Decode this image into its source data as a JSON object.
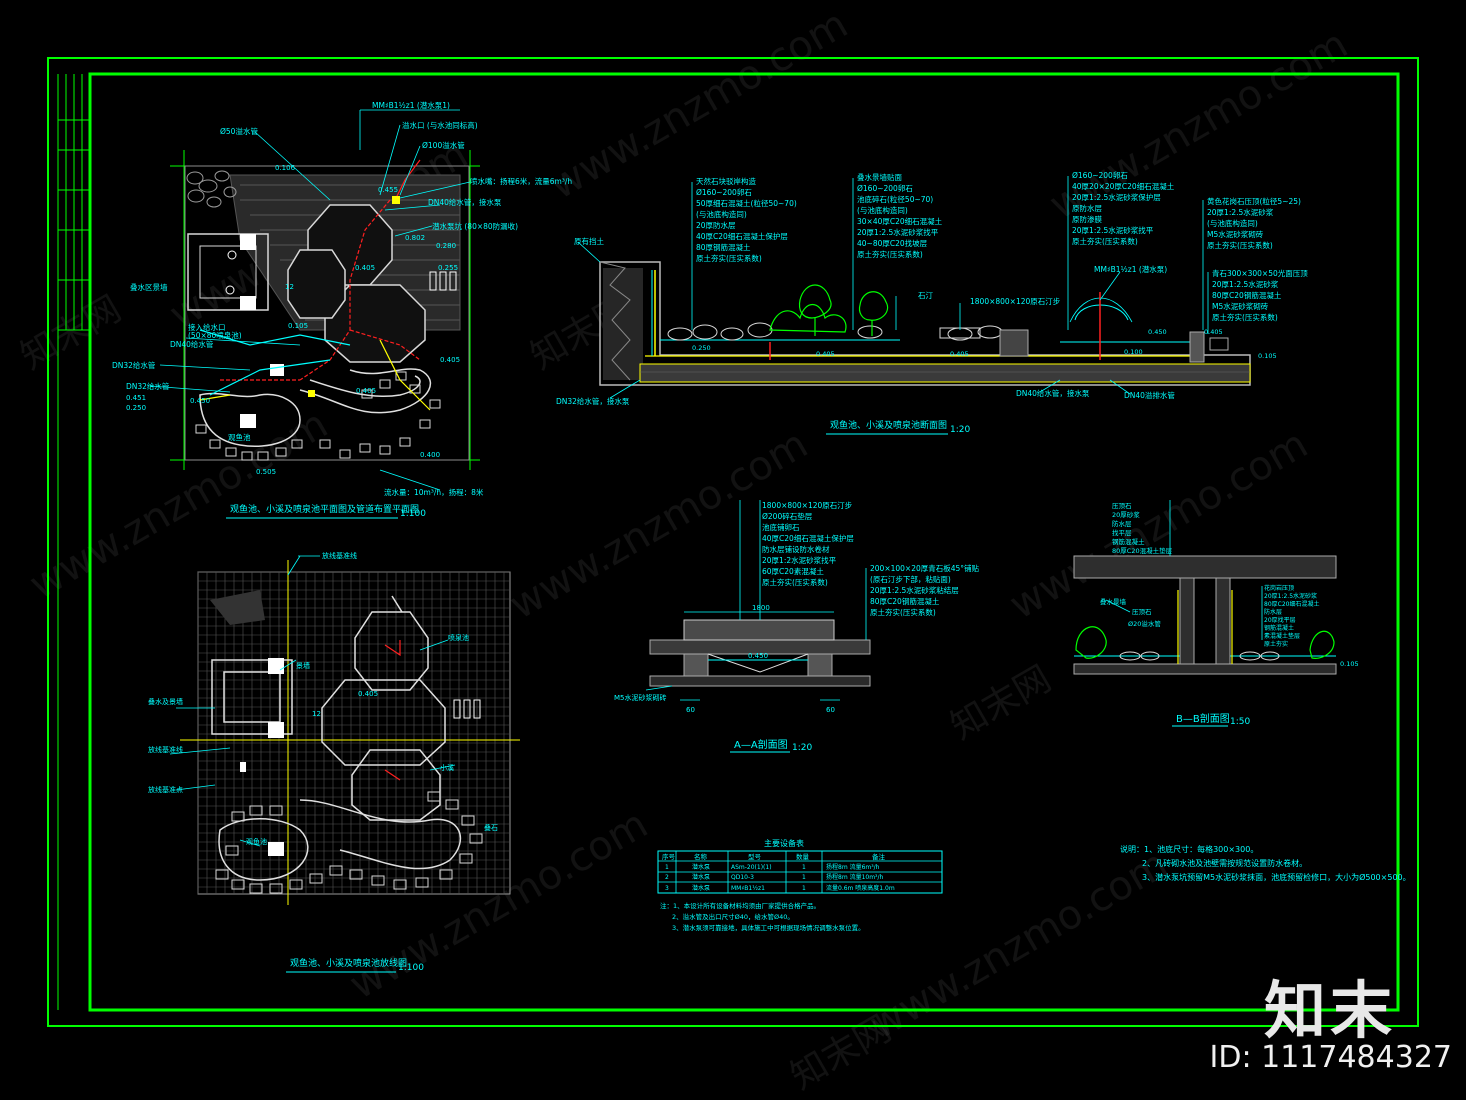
{
  "watermark": {
    "site": "www.znzmo.com",
    "cn": "知末网",
    "logo": "知末",
    "id_label": "ID: 1117484327"
  },
  "colors": {
    "frame": "#00ff00",
    "cyan": "#00ffff",
    "white": "#ffffff",
    "yellow": "#ffff00",
    "red": "#ff2020",
    "grey": "#8c8c8c"
  },
  "plan_top": {
    "title": "观鱼池、小溪及喷泉池平面图及管道布置平面图",
    "scale": "1:100",
    "labels": {
      "pump_top": "MM♯B1½z1 (潜水泵1)",
      "phi50": "Ø50溢水管",
      "pipe1": "溢水口 (与水池同标高)",
      "phi100": "Ø100溢水管",
      "nozzle": "喷水嘴：扬程6米，流量6m³/h",
      "dn40a": "DN40给水管，接水泵",
      "pit": "潜水泵坑 (80×80防漏收)",
      "dn40b": "DN40给水管",
      "dn32a": "DN32给水管",
      "dn32b": "DN32给水管",
      "flow": "流水量：10m³/h，扬程：8米",
      "junction": "接入给水口",
      "box": "(50×80喷泉池)",
      "waterfall": "叠水区景墙",
      "pool": "观鱼池"
    },
    "elevations": [
      "0.106",
      "0.455",
      "0.802",
      "0.280",
      "0.255",
      "0.105",
      "0.405",
      "0.405",
      "0.450",
      "0.451",
      "0.250",
      "0.505",
      "0.405",
      "0.400",
      "12"
    ]
  },
  "plan_bottom": {
    "title": "观鱼池、小溪及喷泉池放线图",
    "scale": "1:100",
    "labels": [
      "放线基准线",
      "景墙",
      "喷泉池",
      "叠水及景墙",
      "放线基准线",
      "放线基准点",
      "小溪",
      "观鱼池",
      "叠石"
    ],
    "elevations": [
      "0.405",
      "12"
    ]
  },
  "section_main": {
    "title": "观鱼池、小溪及喷泉池断面图",
    "scale": "1:20",
    "notes_1": [
      "天然石块驳岸构造",
      "Ø160~200卵石",
      "50厚细石混凝土(粒径50~70)",
      "(与池底构造同)",
      "20厚防水层",
      "40厚C20细石混凝土保护层",
      "80厚钢筋混凝土",
      "原土夯实(压实系数)"
    ],
    "notes_2": [
      "叠水景墙贴面",
      "Ø160~200卵石",
      "池底碎石(粒径50~70)",
      "(与池底构造同)",
      "30×40厚C20细石混凝土",
      "20厚1:2.5水泥砂浆找平",
      "40~80厚C20找坡层",
      "原土夯实(压实系数)"
    ],
    "notes_3": [
      "Ø160~200卵石",
      "40厚20×20厚C20细石混凝土",
      "20厚1:2.5水泥砂浆保护层",
      "原防水层",
      "原防渗膜",
      "20厚1:2.5水泥砂浆找平",
      "原土夯实(压实系数)"
    ],
    "notes_4": [
      "黄色花岗石压顶(粒径5~25)",
      "20厚1:2.5水泥砂浆",
      "(与池底构造同)",
      "M5水泥砂浆砌砖",
      "原土夯实(压实系数)"
    ],
    "notes_5": [
      "青石300×300×50光面压顶",
      "20厚1:2.5水泥砂浆",
      "80厚C20钢筋混凝土",
      "M5水泥砂浆砌砖",
      "原土夯实(压实系数)"
    ],
    "left_tag": "原有挡土",
    "stone": "1800×800×120原石汀步",
    "bridge": "石汀",
    "pump": "MM♯B1½z1 (潜水泵)",
    "dn32": "DN32给水管，接水泵",
    "dn40a": "DN40给水管，接水泵",
    "dn40b": "DN40溢排水管",
    "elevations": [
      "0.250",
      "0.405",
      "0.405",
      "0.450",
      "0.100",
      "0.405",
      "0.105"
    ]
  },
  "section_aa": {
    "title": "A—A剖面图",
    "scale": "1:20",
    "notes_1": [
      "1800×800×120原石汀步",
      "Ø200碎石垫层",
      "池底铺卵石",
      "40厚C20细石混凝土保护层",
      "防水层铺设防水卷材",
      "20厚1:2水泥砂浆找平",
      "60厚C20素混凝土",
      "原土夯实(压实系数)"
    ],
    "notes_2": [
      "200×100×20厚青石板45°铺贴",
      "(原石汀步下部，粘贴面)",
      "20厚1:2.5水泥砂浆粘结层",
      "80厚C20钢筋混凝土",
      "原土夯实(压实系数)"
    ],
    "dim": "1800",
    "dim_l": "60",
    "dim_r": "60",
    "m5": "M5水泥砂浆砌砖",
    "elev": "0.450"
  },
  "section_bb": {
    "title": "B—B剖面图",
    "scale": "1:50",
    "top_notes": [
      "压顶石",
      "20厚砂浆",
      "防水层",
      "找平层",
      "钢筋混凝土",
      "80厚C20混凝土垫层"
    ],
    "right_notes": [
      "花岗岩压顶",
      "20厚1:2.5水泥砂浆",
      "80厚C20细石混凝土",
      "防水层",
      "20厚找平层",
      "钢筋混凝土",
      "素混凝土垫层",
      "原土夯实"
    ],
    "left_notes": [
      "叠水景墙",
      "压顶石",
      "Ø20溢水管"
    ],
    "elev": "0.105"
  },
  "equipment": {
    "title": "主要设备表",
    "headers": [
      "序号",
      "名称",
      "型号",
      "数量",
      "备注"
    ],
    "rows": [
      [
        "1",
        "潜水泵",
        "ASm-20(1)(1)",
        "1",
        "扬程8m  流量6m³/h"
      ],
      [
        "2",
        "潜水泵",
        "QD10-3",
        "1",
        "扬程8m  流量10m³/h"
      ],
      [
        "3",
        "潜水泵",
        "MM♯B1½z1",
        "1",
        "流量0.6m  喷泉高度1.0m"
      ]
    ],
    "notes": [
      "注：1、本设计所有设备材料均须由厂家提供合格产品。",
      "2、溢水管及出口尺寸Ø40，给水管Ø40。",
      "3、潜水泵须可靠接地，具体施工中可根据现场情况调整水泵位置。"
    ]
  },
  "general_notes": [
    "说明：1、池底尺寸：每格300×300。",
    "2、凡砖砌水池及池壁需按规范设置防水卷材。",
    "3、潜水泵坑预留M5水泥砂浆抹面，池底预留检修口，大小为Ø500×500。"
  ]
}
